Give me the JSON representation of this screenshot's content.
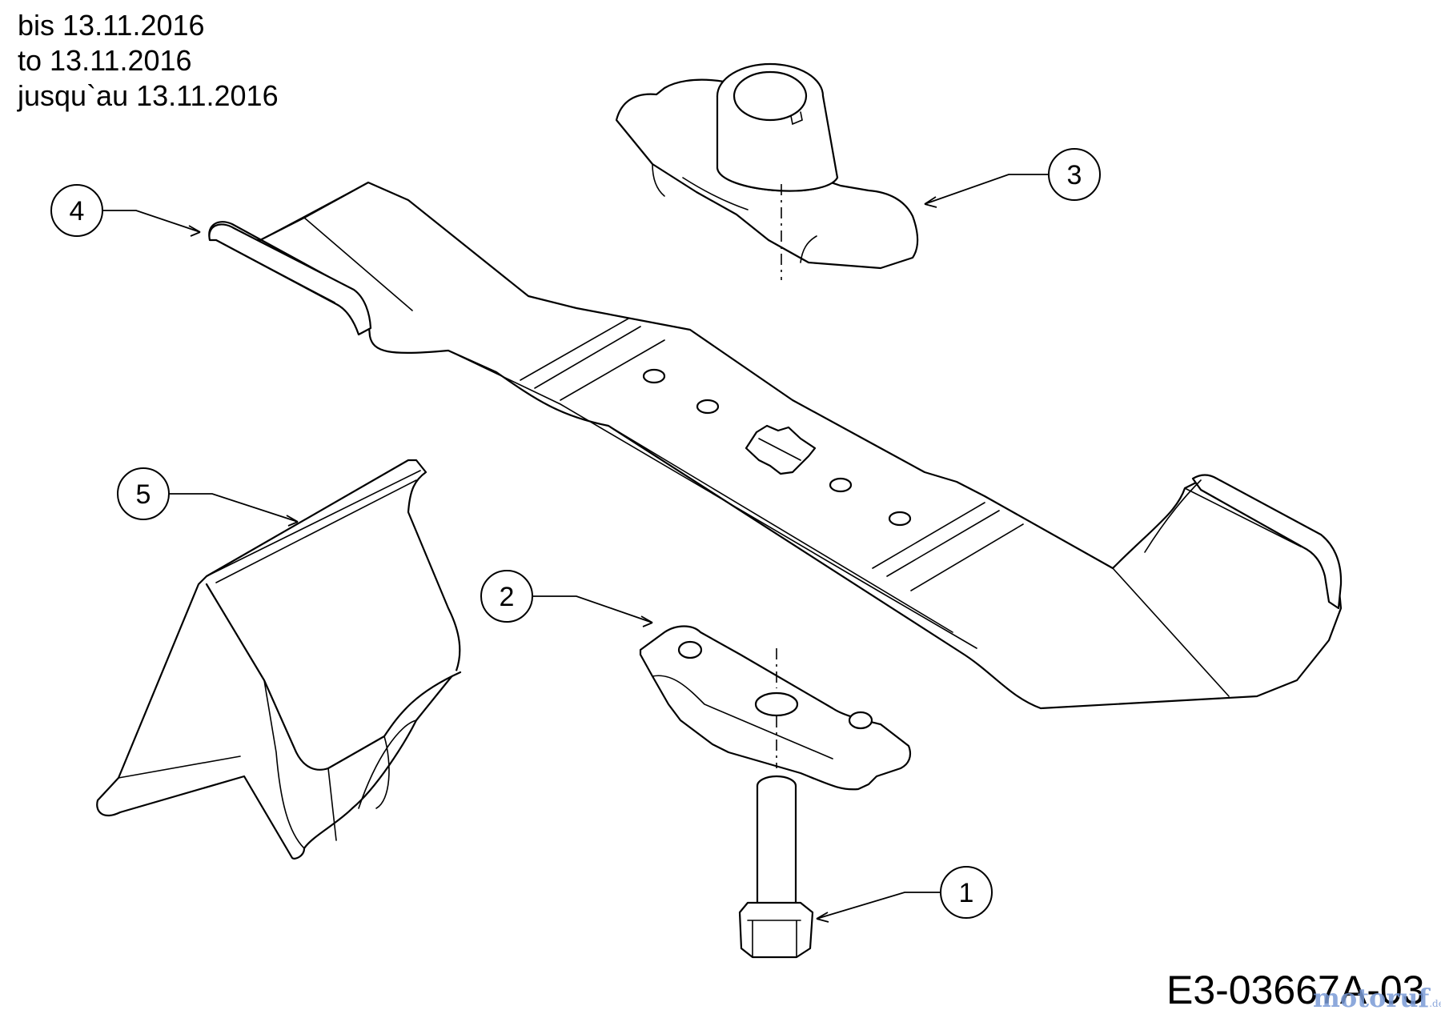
{
  "validity": {
    "de": "bis 13.11.2016",
    "en": "to 13.11.2016",
    "fr": "jusqu`au 13.11.2016"
  },
  "drawing_code": "E3-03667A-03",
  "watermark": {
    "text": "motoruf",
    "suffix": ".de",
    "color": "#7a9bd6"
  },
  "callouts": [
    {
      "label": "1",
      "part": "blade-bolt"
    },
    {
      "label": "2",
      "part": "blade-retaining-plate"
    },
    {
      "label": "3",
      "part": "blade-adapter"
    },
    {
      "label": "4",
      "part": "mower-blade"
    },
    {
      "label": "5",
      "part": "mulch-insert"
    }
  ]
}
